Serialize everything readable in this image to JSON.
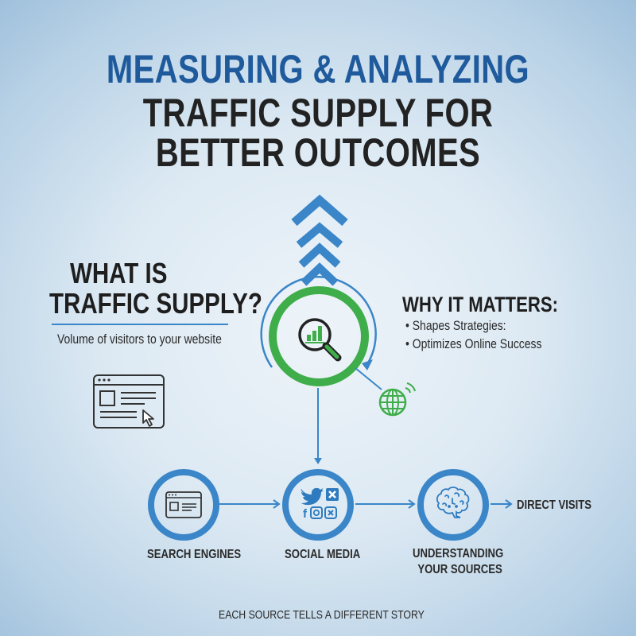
{
  "title": {
    "line1": "MEASURING & ANALYZING",
    "line2": "TRAFFIC SUPPLY FOR",
    "line3": "BETTER OUTCOMES"
  },
  "what_is": {
    "heading_line1": "WHAT IS",
    "heading_line2": "TRAFFIC SUPPLY?",
    "description": "Volume of visitors to your website",
    "icon": "browser-cursor-icon"
  },
  "why_it_matters": {
    "heading": "WHY IT MATTERS:",
    "bullets": [
      "Shapes Strategies:",
      "Optimizes Online Success"
    ]
  },
  "center": {
    "top_icon": "chevron-up-stack-icon",
    "hub_icon": "magnifier-bar-chart-icon",
    "satellite_icon": "globe-signal-icon"
  },
  "flow": {
    "steps": [
      {
        "label": "SEARCH ENGINES",
        "icon": "browser-window-icon"
      },
      {
        "label": "SOCIAL MEDIA",
        "icon": "social-icons"
      },
      {
        "label_line1": "UNDERSTANDING",
        "label_line2": "YOUR SOURCES",
        "icon": "brain-icon"
      },
      {
        "label": "DIRECT VISITS"
      }
    ]
  },
  "footer": {
    "tagline": "EACH SOURCE TELLS A DIFFERENT STORY"
  },
  "colors": {
    "brand_blue": "#1f5a9c",
    "accent_blue": "#3a86c8",
    "green": "#3fae4a",
    "text_dark": "#222222"
  }
}
